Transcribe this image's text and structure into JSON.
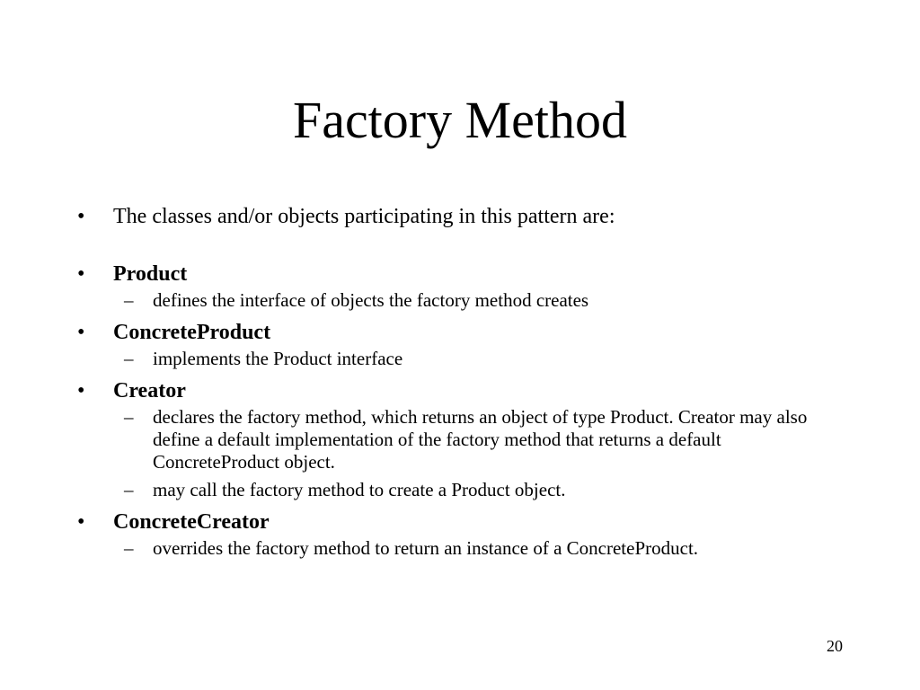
{
  "slide": {
    "title": "Factory Method",
    "page_number": "20",
    "bullet_marker": "•",
    "sub_marker": "–",
    "intro": "The classes and/or objects participating in this pattern are:",
    "participants": [
      {
        "name": "Product",
        "details": [
          "defines the interface of objects the factory method creates"
        ]
      },
      {
        "name": "ConcreteProduct",
        "details": [
          "implements the Product interface"
        ]
      },
      {
        "name": "Creator",
        "details": [
          "declares the factory method, which returns an object of type Product. Creator may also define a default implementation of the factory method that returns a default ConcreteProduct object.",
          "may call the factory method to create a Product object."
        ]
      },
      {
        "name": "ConcreteCreator",
        "details": [
          "overrides the factory method to return an instance of a ConcreteProduct."
        ]
      }
    ]
  }
}
